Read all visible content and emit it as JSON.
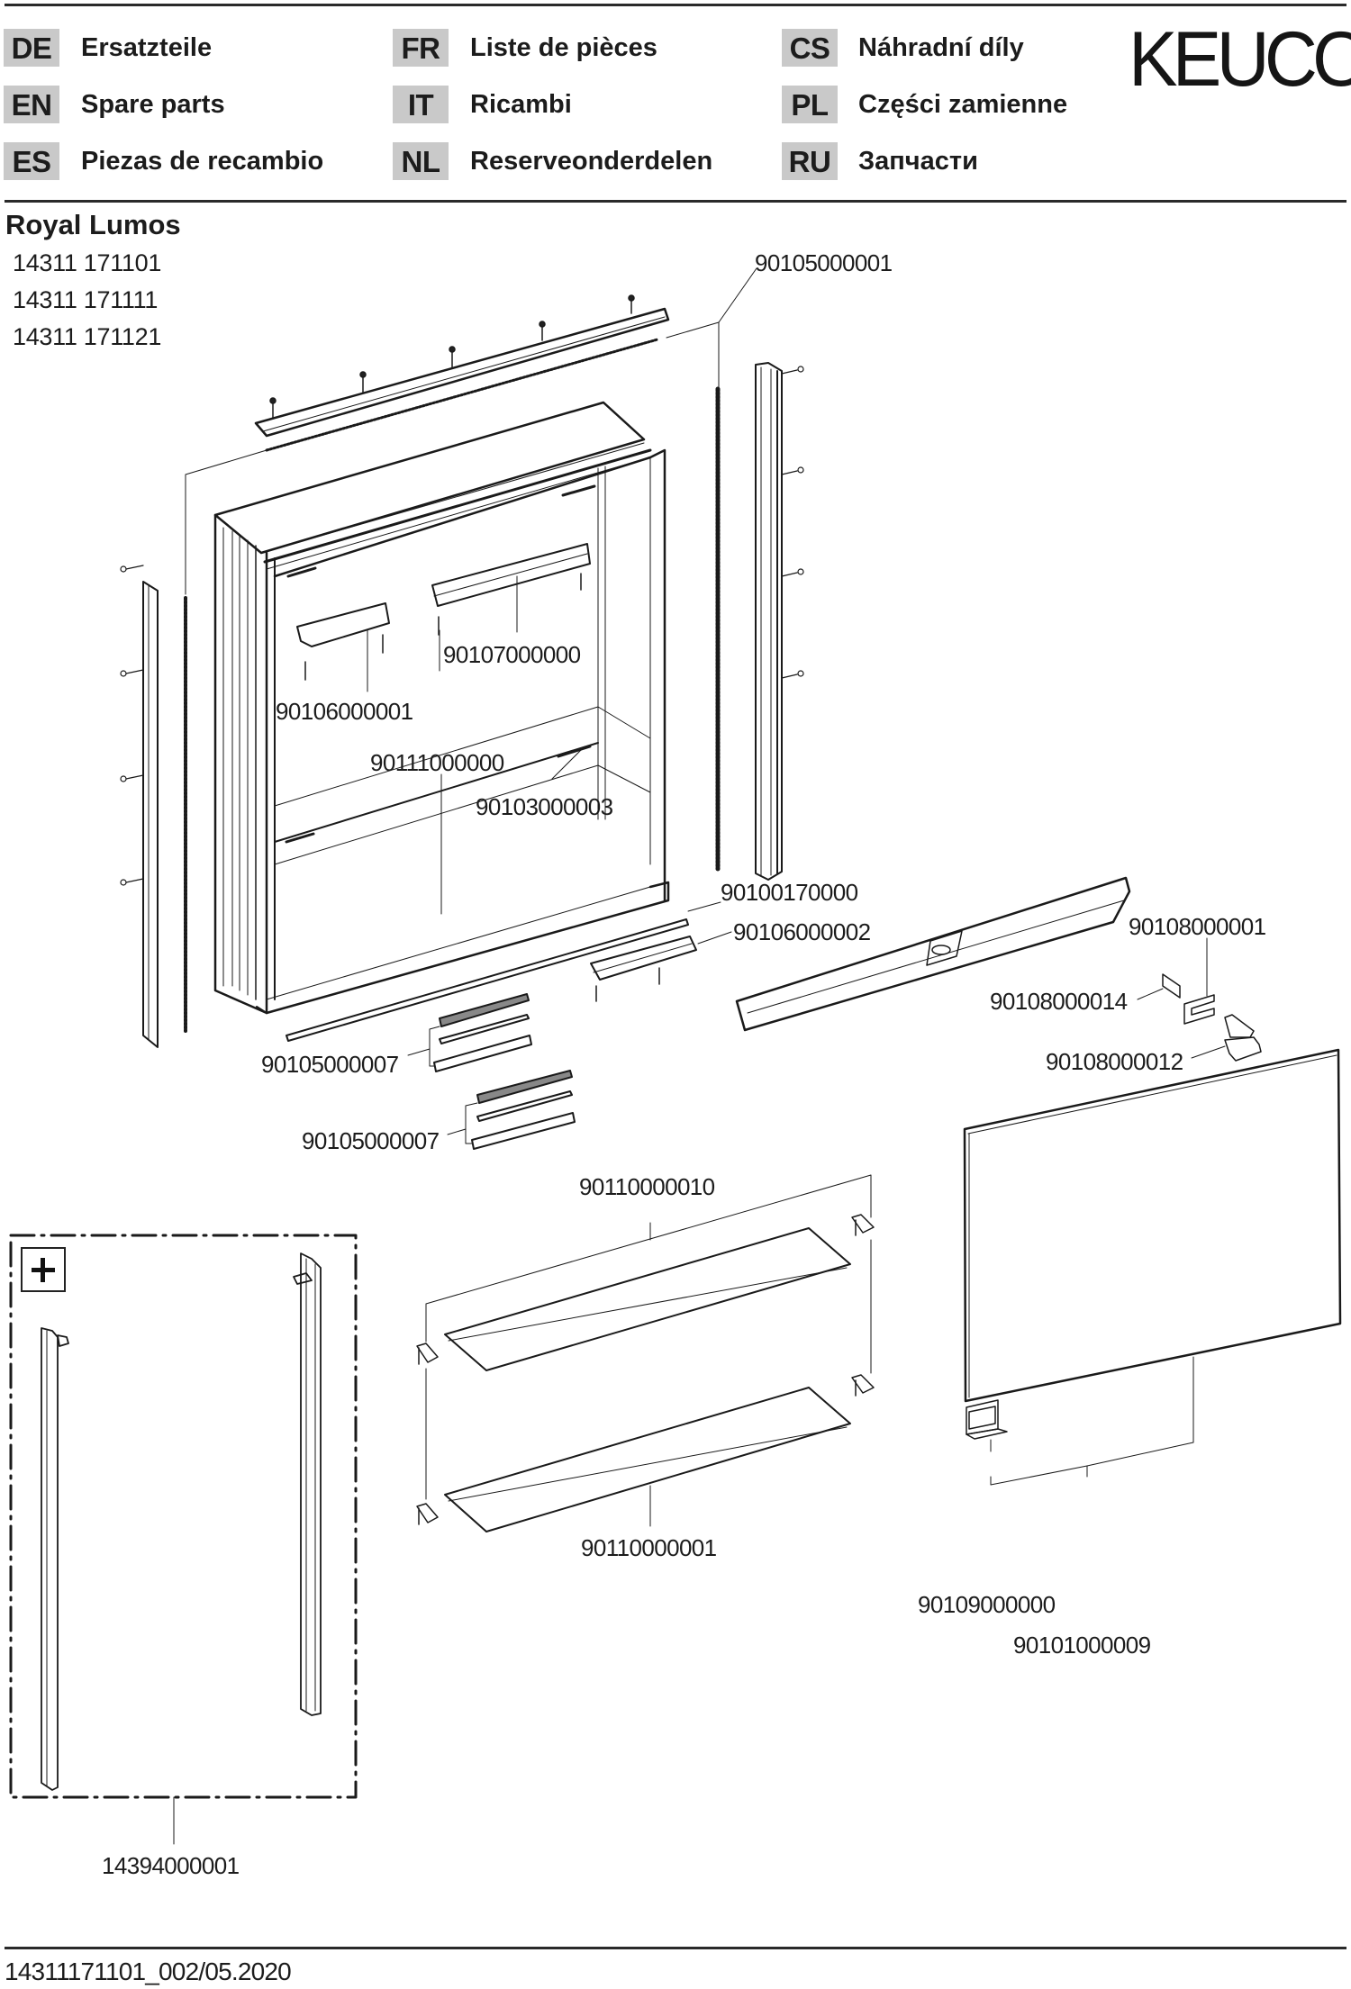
{
  "header": {
    "languages": [
      {
        "code": "DE",
        "label": "Ersatzteile"
      },
      {
        "code": "EN",
        "label": "Spare parts"
      },
      {
        "code": "ES",
        "label": "Piezas de recambio"
      },
      {
        "code": "FR",
        "label": "Liste de pièces"
      },
      {
        "code": "IT",
        "label": "Ricambi"
      },
      {
        "code": "NL",
        "label": "Reserveonderdelen"
      },
      {
        "code": "CS",
        "label": "Náhradní díly"
      },
      {
        "code": "PL",
        "label": "Części zamienne"
      },
      {
        "code": "RU",
        "label": "Запчасти"
      }
    ],
    "logo": "KEUCO"
  },
  "product": {
    "name": "Royal Lumos",
    "articles": [
      "14311 171101",
      "14311 171111",
      "14311 171121"
    ]
  },
  "parts": {
    "top_led_strip": "90105000001",
    "lower_bracket": "90107000000",
    "upper_bracket": "90106000001",
    "cabinet_body": "90111000000",
    "screw": "90103000003",
    "bottom_strip": "90100170000",
    "bottom_switch": "90106000002",
    "clip_set": "90108000001",
    "clip_pad": "90108000014",
    "clip_holder": "90108000012",
    "profile_set_1": "90105000007",
    "profile_set_2": "90105000007",
    "glass_shelf_1": "90110000010",
    "glass_shelf_2": "90110000001",
    "mirror_holder": "90109000000",
    "mirror_door": "90101000009",
    "accessory_set": "14394000001"
  },
  "accessory_icon": "plus-icon",
  "footer": {
    "doc_id": "14311171101_002/05.2020"
  }
}
